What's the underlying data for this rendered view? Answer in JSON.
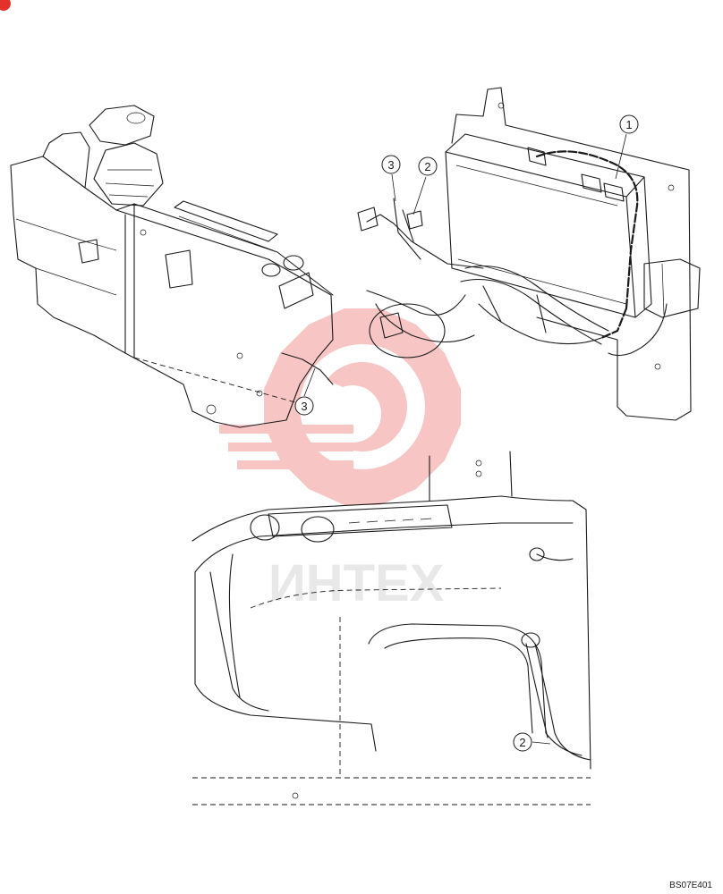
{
  "figure_code": "BS07E401",
  "callouts": [
    {
      "id": "callout-1-harness",
      "label": "1"
    },
    {
      "id": "callout-2-upper",
      "label": "2"
    },
    {
      "id": "callout-3-upper",
      "label": "3"
    },
    {
      "id": "callout-3-console",
      "label": "3"
    },
    {
      "id": "callout-2-lower",
      "label": "2"
    }
  ],
  "watermark": {
    "text": "ИНТЕХ",
    "color": "#e4322b"
  },
  "colors": {
    "linework": "#1a1a1a",
    "background": "#ffffff",
    "watermark": "#e4322b"
  }
}
